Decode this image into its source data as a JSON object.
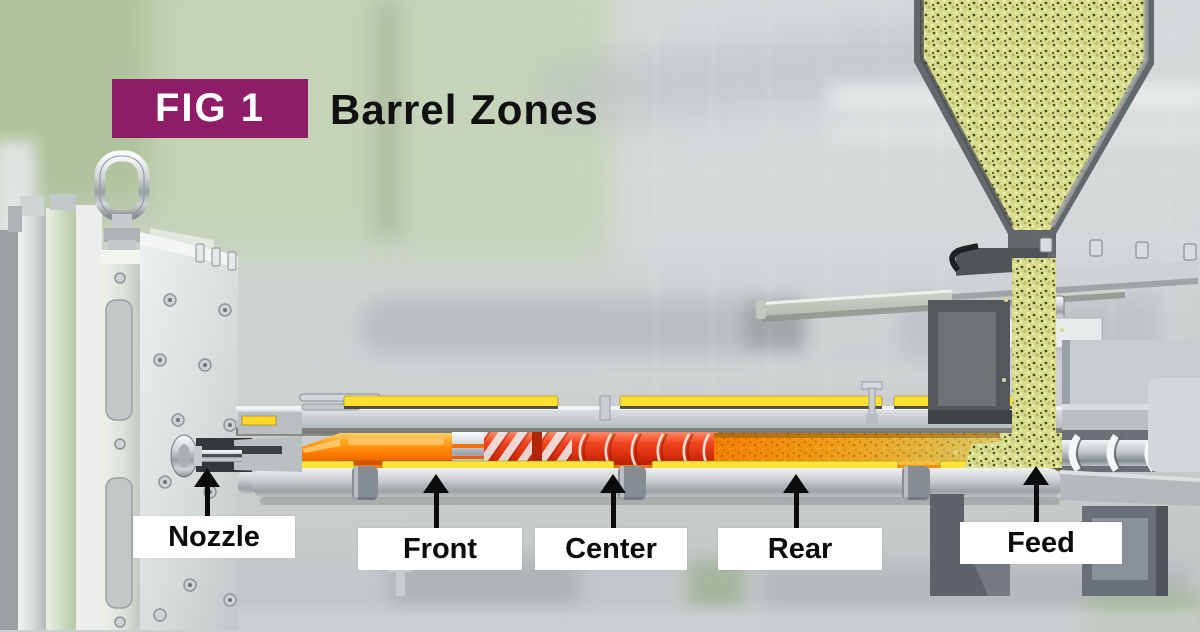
{
  "figure": {
    "badge_label": "FIG 1",
    "title": "Barrel Zones"
  },
  "zone_labels": [
    {
      "name": "nozzle",
      "label": "Nozzle"
    },
    {
      "name": "front",
      "label": "Front"
    },
    {
      "name": "center",
      "label": "Center"
    },
    {
      "name": "rear",
      "label": "Rear"
    },
    {
      "name": "feed",
      "label": "Feed"
    }
  ],
  "colors": {
    "badge_background": "#8E1C66",
    "badge_text": "#FFFFFF",
    "title_text": "#111111",
    "label_box_background": "#FFFFFF",
    "label_text": "#0B0B0B",
    "arrow": "#0B0B0B",
    "heater_band_yellow": "#FFDF2E",
    "melt_hot_red": "#E8391F",
    "melt_orange": "#FF8A00",
    "pellets_yellow_green": "#D8DC8E",
    "machine_metal_gray": "#C9CED1",
    "background_green_tint": "#C2D1B4"
  }
}
